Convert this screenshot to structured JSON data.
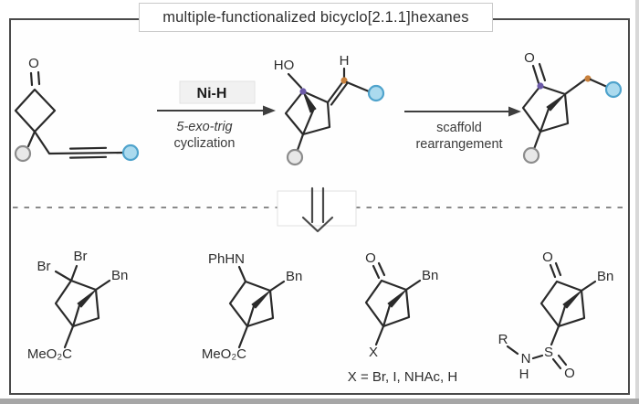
{
  "title": "multiple-functionalized bicyclo[2.1.1]hexanes",
  "scheme": {
    "step1_reagent": "Ni-H",
    "step1_condition1": "5-exo-trig",
    "step1_condition2": "cyclization",
    "step2_label1": "scaffold",
    "step2_label2": "rearrangement"
  },
  "structures": {
    "start": {
      "carbonyl": "O"
    },
    "intermediate": {
      "hydroxyl": "HO",
      "vinyl_h": "H"
    },
    "product": {
      "carbonyl": "O"
    },
    "ex1": {
      "br1": "Br",
      "br2": "Br",
      "bn": "Bn",
      "ester": "MeO₂C"
    },
    "ex2": {
      "amine": "PhHN",
      "bn": "Bn",
      "ester": "MeO₂C"
    },
    "ex3": {
      "carbonyl": "O",
      "bn": "Bn",
      "x": "X",
      "caption": "X = Br, I, NHAc, H"
    },
    "ex4": {
      "carbonyl": "O",
      "bn": "Bn",
      "r": "R",
      "n": "N",
      "h": "H",
      "s": "S",
      "sulfinyl_o": "O"
    }
  },
  "colors": {
    "bond": "#2a2a2a",
    "text": "#2d2d2d",
    "arrow": "#3e3e3e",
    "dash_line": "#8a8a8a",
    "frame_border": "#4a4a4a",
    "gray_ball_fill": "#e8e8e8",
    "gray_ball_stroke": "#8c8c8c",
    "blue_ball_fill": "#abdaee",
    "blue_ball_stroke": "#4fa3cc",
    "purple_marker": "#6b59a8",
    "orange_marker": "#c8803c"
  }
}
